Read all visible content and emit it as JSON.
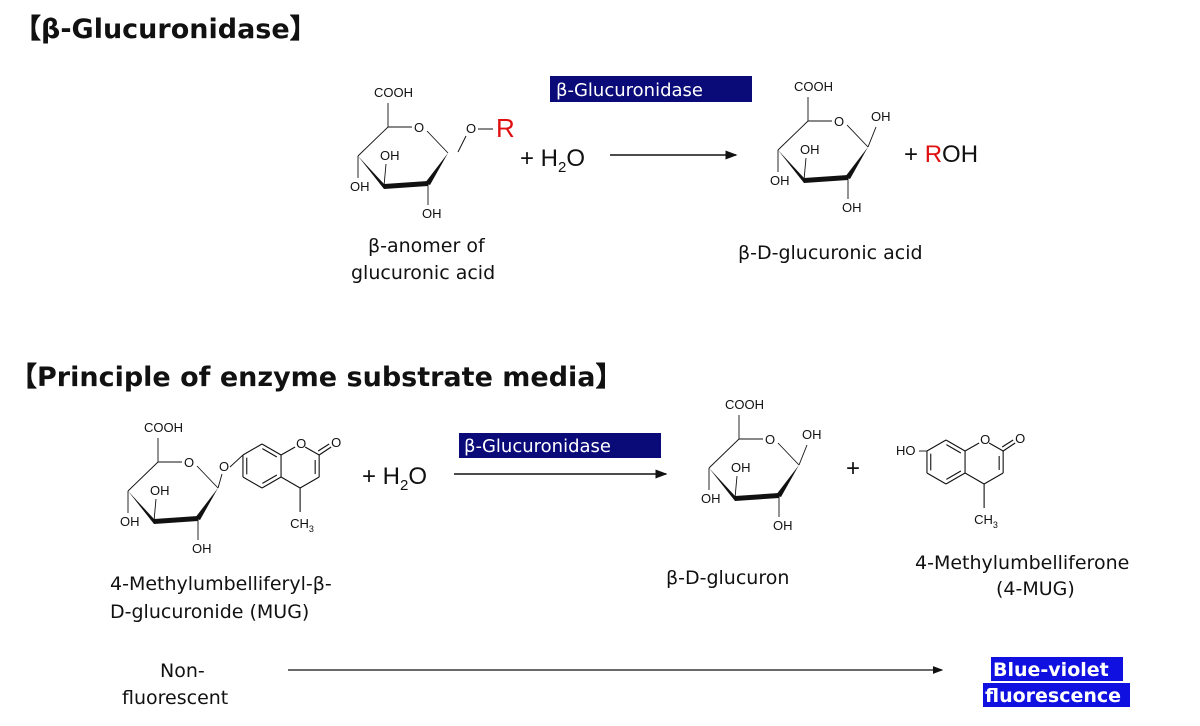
{
  "section1": {
    "title": "【β-Glucuronidase】",
    "enzyme": "β-Glucuronidase",
    "plus_water": "+ H",
    "water_sub": "2",
    "water_o": "O",
    "r_group": "R",
    "product_plus": "+ ",
    "product_r": "R",
    "product_oh": "OH",
    "substrate_name": [
      "β-anomer of",
      "glucuronic acid"
    ],
    "product_name": "β-D-glucuronic acid"
  },
  "section2": {
    "title": "【Principle of enzyme substrate media】",
    "enzyme": "β-Glucuronidase",
    "plus_water": "+ H",
    "water_sub": "2",
    "water_o": "O",
    "plus": "+",
    "substrate_name": [
      "4-Methylumbelliferyl-β-",
      "D-glucuronide (MUG)"
    ],
    "product1_name": "β-D-glucuron",
    "product2_name": [
      "4-Methylumbelliferone",
      "(4-MUG)"
    ],
    "left_state": [
      "Non-",
      "fluorescent"
    ],
    "right_state": [
      "Blue-violet",
      "fluorescence"
    ]
  },
  "atoms": {
    "cooh": "COOH",
    "oh": "OH",
    "ho": "HO",
    "o": "O",
    "ch": "CH",
    "ch_sub": "3"
  },
  "colors": {
    "enzyme_bg": "#0a0a78",
    "fluorescence_bg": "#1010e0",
    "r_group": "#e01010"
  }
}
